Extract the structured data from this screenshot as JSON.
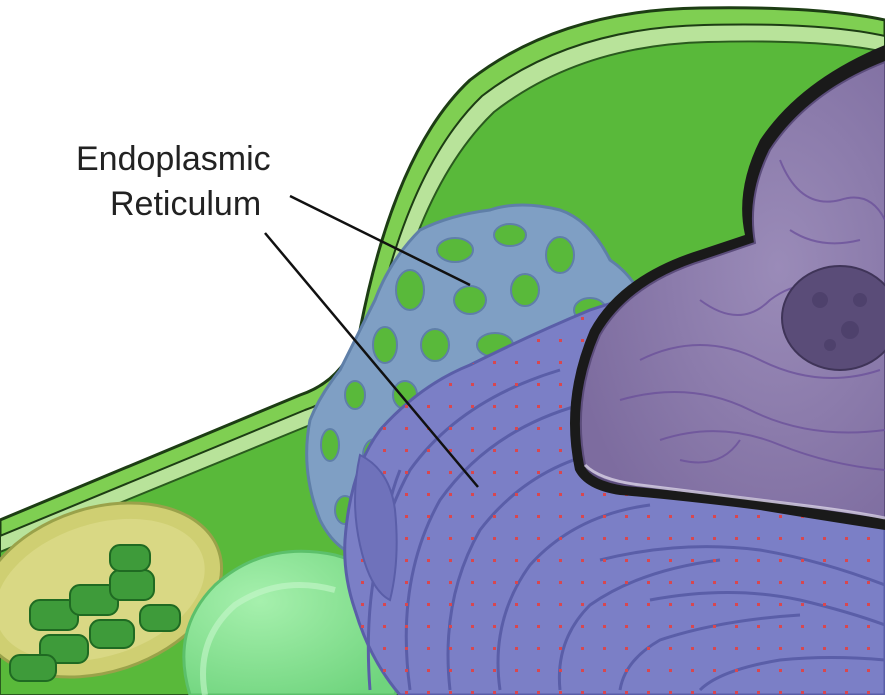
{
  "labels": {
    "er_line1": "Endoplasmic",
    "er_line2": "Reticulum"
  },
  "colors": {
    "background": "#ffffff",
    "cell_wall_outer": "#7fcf52",
    "cell_wall_inner": "#b8e39a",
    "cytoplasm": "#59b93a",
    "smooth_er": "#7f9fc4",
    "smooth_er_edge": "#5f7fa8",
    "rough_er": "#7b7fc6",
    "rough_er_edge": "#5a5ea8",
    "ribosome_dot": "#d8474f",
    "nucleus": "#8f7fae",
    "nucleus_edge": "#1a1a1a",
    "nucleolus": "#5a4c78",
    "chloroplast": "#d7d37a",
    "thylakoid": "#3e9b3a",
    "vacuole": "#8fe49a",
    "leader_line": "#111111"
  },
  "icons": [
    "nucleus-shape",
    "nucleolus-shape",
    "smooth-er-shape",
    "rough-er-shape",
    "chloroplast-shape",
    "vacuole-shape"
  ]
}
